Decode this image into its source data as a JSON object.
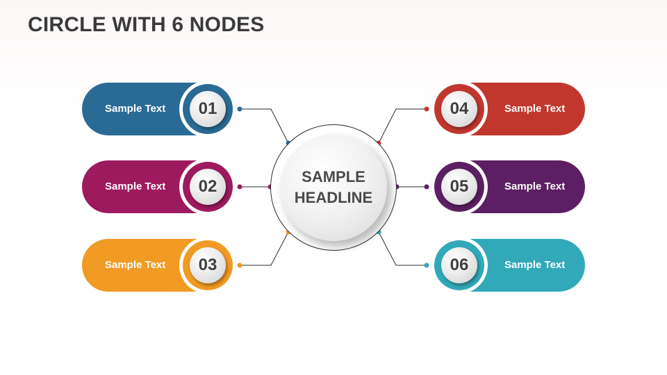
{
  "title": "CIRCLE WITH 6 NODES",
  "center": {
    "line1": "SAMPLE",
    "line2": "HEADLINE"
  },
  "nodes": [
    {
      "number": "01",
      "text": "Sample Text",
      "color": "#2a6b95"
    },
    {
      "number": "02",
      "text": "Sample Text",
      "color": "#9e1a5e"
    },
    {
      "number": "03",
      "text": "Sample Text",
      "color": "#f19a24"
    },
    {
      "number": "04",
      "text": "Sample Text",
      "color": "#c1372e"
    },
    {
      "number": "05",
      "text": "Sample Text",
      "color": "#5d1f63"
    },
    {
      "number": "06",
      "text": "Sample Text",
      "color": "#31a9b9"
    }
  ],
  "line_color": "#2b2b2b"
}
